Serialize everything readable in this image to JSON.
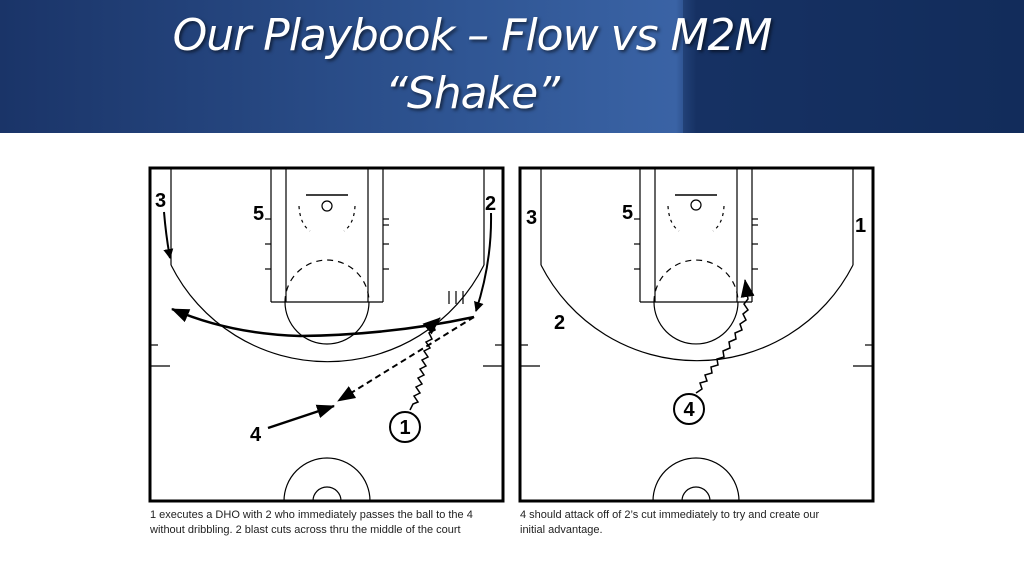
{
  "title": {
    "line1": "Our Playbook – Flow vs M2M",
    "line2": "“Shake”"
  },
  "diagrams": [
    {
      "players": {
        "p3": "3",
        "p5": "5",
        "p2": "2",
        "p4": "4",
        "p1": "1"
      },
      "caption_line1": "1 executes a DHO with 2 who immediately passes the ball to the 4",
      "caption_line2": "without dribbling. 2 blast cuts across thru the middle of the court"
    },
    {
      "players": {
        "p3": "3",
        "p5": "5",
        "p1": "1",
        "p2": "2",
        "p4": "4"
      },
      "caption_line1": "4 should attack off of 2’s cut immediately to try and create our",
      "caption_line2": "initial advantage."
    }
  ],
  "colors": {
    "header_dark": "#1a3468",
    "header_light": "#3a63a5",
    "line": "#000000"
  }
}
